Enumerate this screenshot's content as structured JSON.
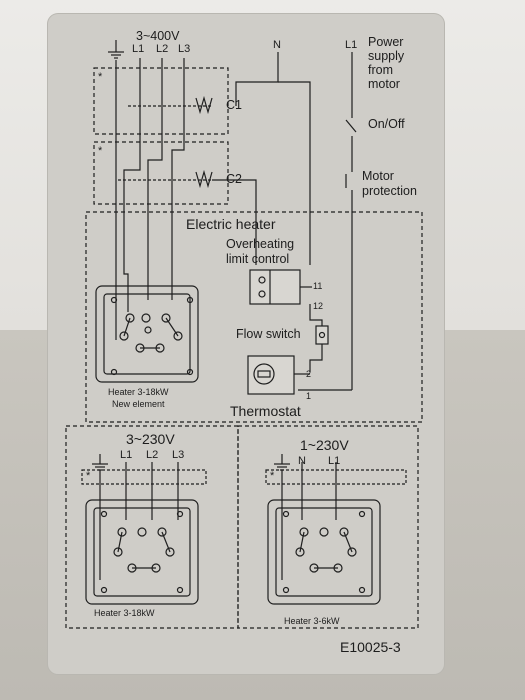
{
  "top_section": {
    "supply_3ph": "3~400V",
    "l1": "L1",
    "l2": "L2",
    "l3": "L3",
    "neutral": "N",
    "control_l1": "L1",
    "power_supply_from_motor": [
      "Power",
      "supply",
      "from",
      "motor"
    ],
    "on_off": "On/Off",
    "motor_protection": [
      "Motor",
      "protection"
    ],
    "contactor_1": "C1",
    "contactor_2": "C2",
    "star_1": "*",
    "star_2": "*",
    "electric_heater": "Electric heater",
    "overheating_limit_control": [
      "Overheating",
      "limit control"
    ],
    "terminal_11": "11",
    "terminal_12": "12",
    "flow_switch": "Flow switch",
    "terminal_2": "2",
    "terminal_1": "1",
    "thermostat": "Thermostat",
    "heater_new": [
      "Heater 3-18kW",
      "New element"
    ]
  },
  "bottom_left": {
    "supply": "3~230V",
    "l1": "L1",
    "l2": "L2",
    "l3": "L3",
    "star": "*",
    "heater": "Heater 3-18kW"
  },
  "bottom_right": {
    "supply": "1~230V",
    "n": "N",
    "l1": "L1",
    "star": "*",
    "heater": "Heater 3-6kW"
  },
  "part_number": "E10025-3"
}
